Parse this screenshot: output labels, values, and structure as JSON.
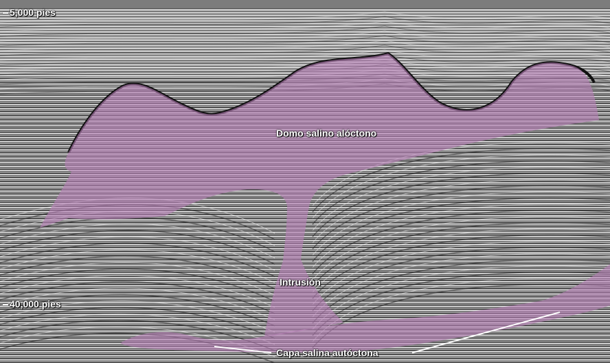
{
  "depth_scale": {
    "top": "5,000 pies",
    "bottom": "40,000 pies"
  },
  "annotations": {
    "allochthonous_dome": "Domo salino alóctono",
    "intrusion": "Intrusión",
    "autochthonous_layer": "Capa salina autóctona"
  },
  "colors": {
    "salt_overlay": "#b87fb8",
    "label_text": "#ffffff",
    "seismic_dark": "#1a1a1a",
    "seismic_light": "#dcdcdc"
  }
}
